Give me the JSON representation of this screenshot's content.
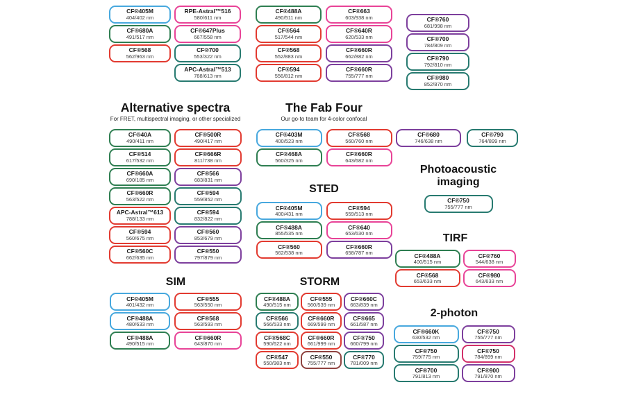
{
  "palette": {
    "blue": "#47a8de",
    "green": "#2e7e51",
    "teal": "#277a70",
    "red": "#e23a30",
    "pink": "#e84397",
    "purple": "#7d3f9d",
    "crimson": "#d23069",
    "darkred": "#8f4340"
  },
  "sections": [
    {
      "id": "top-col-1",
      "heading": null,
      "columns": [
        {
          "badges": [
            {
              "name": "CF®405M",
              "value": "404/402 nm",
              "color": "blue"
            },
            {
              "name": "CF®680A",
              "value": "491/517 nm",
              "color": "green"
            },
            {
              "name": "CF®568",
              "value": "562/963 nm",
              "color": "red"
            }
          ]
        }
      ]
    },
    {
      "id": "top-col-2",
      "heading": null,
      "columns": [
        {
          "badges": [
            {
              "name": "RPE-Astral™516",
              "value": "580/611 nm",
              "color": "pink"
            },
            {
              "name": "CF®647Plus",
              "value": "667/558 nm",
              "color": "pink"
            },
            {
              "name": "CF®700",
              "value": "553/322 nm",
              "color": "teal"
            },
            {
              "name": "APC-Astral™513",
              "value": "788/613 nm",
              "color": "teal"
            }
          ]
        }
      ]
    },
    {
      "id": "top-col-3",
      "heading": null,
      "columns": [
        {
          "badges": [
            {
              "name": "CF®488A",
              "value": "490/511 nm",
              "color": "green"
            },
            {
              "name": "CF®564",
              "value": "517/544 nm",
              "color": "red"
            },
            {
              "name": "CF®568",
              "value": "552/883 nm",
              "color": "red"
            },
            {
              "name": "CF®594",
              "value": "556/812 nm",
              "color": "red"
            }
          ]
        }
      ]
    },
    {
      "id": "top-col-4",
      "heading": null,
      "columns": [
        {
          "badges": [
            {
              "name": "CF®663",
              "value": "603/938 nm",
              "color": "pink"
            },
            {
              "name": "CF®640R",
              "value": "620/533 nm",
              "color": "pink"
            },
            {
              "name": "CF®660R",
              "value": "662/882 nm",
              "color": "purple"
            },
            {
              "name": "CF®660R",
              "value": "755/777 nm",
              "color": "purple"
            }
          ]
        }
      ]
    },
    {
      "id": "top-col-5",
      "heading": null,
      "columns": [
        {
          "badges": [
            {
              "name": "CF®760",
              "value": "681/998 nm",
              "color": "purple"
            },
            {
              "name": "CF®700",
              "value": "784/809 nm",
              "color": "purple"
            },
            {
              "name": "CF®790",
              "value": "792/810 nm",
              "color": "teal"
            },
            {
              "name": "CF®980",
              "value": "852/870 nm",
              "color": "teal"
            }
          ]
        }
      ]
    },
    {
      "id": "alternative-spectra",
      "heading": {
        "title": "Alternative spectra",
        "subtitle": "For FRET, multispectral imaging, or other specialized"
      },
      "columns": [
        {
          "badges": [
            {
              "name": "CF®40A",
              "value": "490/411 nm",
              "color": "green"
            },
            {
              "name": "CF®514",
              "value": "617/532 nm",
              "color": "green"
            },
            {
              "name": "CF®660A",
              "value": "690/185 nm",
              "color": "green"
            },
            {
              "name": "CF®660R",
              "value": "563/522 nm",
              "color": "green"
            },
            {
              "name": "APC-Astral™613",
              "value": "788/133 nm",
              "color": "red"
            },
            {
              "name": "CF®594",
              "value": "560/675 nm",
              "color": "red"
            },
            {
              "name": "CF®560C",
              "value": "662/635 nm",
              "color": "red"
            }
          ]
        },
        {
          "badges": [
            {
              "name": "CF®500R",
              "value": "490/417 nm",
              "color": "red"
            },
            {
              "name": "CF®666R",
              "value": "811/738 nm",
              "color": "red"
            },
            {
              "name": "CF®566",
              "value": "683/831 nm",
              "color": "purple"
            },
            {
              "name": "CF®594",
              "value": "559/852 nm",
              "color": "teal"
            },
            {
              "name": "CF®594",
              "value": "832/822 nm",
              "color": "teal"
            },
            {
              "name": "CF®560",
              "value": "853/679 nm",
              "color": "purple"
            },
            {
              "name": "CF®550",
              "value": "797/879 nm",
              "color": "purple"
            }
          ]
        }
      ]
    },
    {
      "id": "fab-four",
      "heading": {
        "title": "The Fab Four",
        "subtitle": "Our go-to team for 4-color confocal"
      },
      "columns": [
        {
          "badges": [
            {
              "name": "CF®403M",
              "value": "400/523 nm",
              "color": "blue"
            },
            {
              "name": "CF®468A",
              "value": "560/325 nm",
              "color": "green"
            }
          ]
        },
        {
          "badges": [
            {
              "name": "CF®568",
              "value": "560/760 nm",
              "color": "red"
            },
            {
              "name": "CF®660R",
              "value": "643/682 nm",
              "color": "pink"
            }
          ]
        }
      ]
    },
    {
      "id": "sted",
      "heading": {
        "title": "STED",
        "subtitle": null
      },
      "columns": [
        {
          "badges": [
            {
              "name": "CF®405M",
              "value": "400/431 nm",
              "color": "blue"
            },
            {
              "name": "CF®488A",
              "value": "855/535 nm",
              "color": "green"
            },
            {
              "name": "CF®560",
              "value": "562/538 nm",
              "color": "red"
            }
          ]
        },
        {
          "badges": [
            {
              "name": "CF®594",
              "value": "559/513 nm",
              "color": "red"
            },
            {
              "name": "CF®640",
              "value": "653/630 nm",
              "color": "pink"
            },
            {
              "name": "CF®660R",
              "value": "658/787 nm",
              "color": "purple"
            }
          ]
        }
      ]
    },
    {
      "id": "nir-pair",
      "heading": null,
      "columns": [
        {
          "badges": [
            {
              "name": "CF®680",
              "value": "746/638 nm",
              "color": "purple"
            }
          ]
        },
        {
          "badges": [
            {
              "name": "CF®790",
              "value": "764/899 nm",
              "color": "teal"
            }
          ]
        }
      ]
    },
    {
      "id": "photoacoustic-imaging",
      "heading": {
        "title": "Photoacoustic imaging",
        "subtitle": null
      },
      "columns": [
        {
          "badges": [
            {
              "name": "CF®750",
              "value": "755/777 nm",
              "color": "teal"
            }
          ]
        }
      ]
    },
    {
      "id": "tirf",
      "heading": {
        "title": "TIRF",
        "subtitle": null
      },
      "columns": [
        {
          "badges": [
            {
              "name": "CF®488A",
              "value": "400/515 nm",
              "color": "green"
            },
            {
              "name": "CF®568",
              "value": "653/633 nm",
              "color": "red"
            }
          ]
        },
        {
          "badges": [
            {
              "name": "CF®760",
              "value": "544/638 nm",
              "color": "pink"
            },
            {
              "name": "CF®980",
              "value": "643/633 nm",
              "color": "pink"
            }
          ]
        }
      ]
    },
    {
      "id": "sim",
      "heading": {
        "title": "SIM",
        "subtitle": null
      },
      "columns": [
        {
          "badges": [
            {
              "name": "CF®405M",
              "value": "401/432 nm",
              "color": "blue"
            },
            {
              "name": "CF®488A",
              "value": "480/633 nm",
              "color": "blue"
            },
            {
              "name": "CF®488A",
              "value": "490/515 nm",
              "color": "green"
            }
          ]
        },
        {
          "badges": [
            {
              "name": "CF®555",
              "value": "563/550 nm",
              "color": "red"
            },
            {
              "name": "CF®568",
              "value": "563/593 nm",
              "color": "red"
            },
            {
              "name": "CF®660R",
              "value": "643/870 nm",
              "color": "pink"
            }
          ]
        }
      ]
    },
    {
      "id": "storm",
      "heading": {
        "title": "STORM",
        "subtitle": null
      },
      "columns": [
        {
          "badges": [
            {
              "name": "CF®488A",
              "value": "490/515 nm",
              "color": "green"
            },
            {
              "name": "CF®566",
              "value": "566/533 nm",
              "color": "teal"
            },
            {
              "name": "CF®568C",
              "value": "590/622 nm",
              "color": "red"
            },
            {
              "name": "CF®547",
              "value": "550/983 nm",
              "color": "red"
            }
          ]
        },
        {
          "badges": [
            {
              "name": "CF®555",
              "value": "560/539 nm",
              "color": "red"
            },
            {
              "name": "CF®660R",
              "value": "669/599 nm",
              "color": "red"
            },
            {
              "name": "CF®660R",
              "value": "661/999 nm",
              "color": "red"
            },
            {
              "name": "CF®550",
              "value": "755/777 nm",
              "color": "darkred"
            }
          ]
        },
        {
          "badges": [
            {
              "name": "CF®660C",
              "value": "663/839 nm",
              "color": "purple"
            },
            {
              "name": "CF®665",
              "value": "661/587 nm",
              "color": "purple"
            },
            {
              "name": "CF®750",
              "value": "660/799 nm",
              "color": "purple"
            },
            {
              "name": "CF®770",
              "value": "781/009 nm",
              "color": "teal"
            }
          ]
        }
      ]
    },
    {
      "id": "two-photon",
      "heading": {
        "title": "2-photon",
        "subtitle": null
      },
      "columns": [
        {
          "badges": [
            {
              "name": "CF®660K",
              "value": "630/532 nm",
              "color": "blue"
            },
            {
              "name": "CF®750",
              "value": "759/775 nm",
              "color": "teal"
            },
            {
              "name": "CF®700",
              "value": "791/813 nm",
              "color": "teal"
            }
          ]
        },
        {
          "badges": [
            {
              "name": "CF®750",
              "value": "755/777 nm",
              "color": "purple"
            },
            {
              "name": "CF®750",
              "value": "784/899 nm",
              "color": "crimson"
            },
            {
              "name": "CF®900",
              "value": "791/870 nm",
              "color": "purple"
            }
          ]
        }
      ]
    }
  ]
}
